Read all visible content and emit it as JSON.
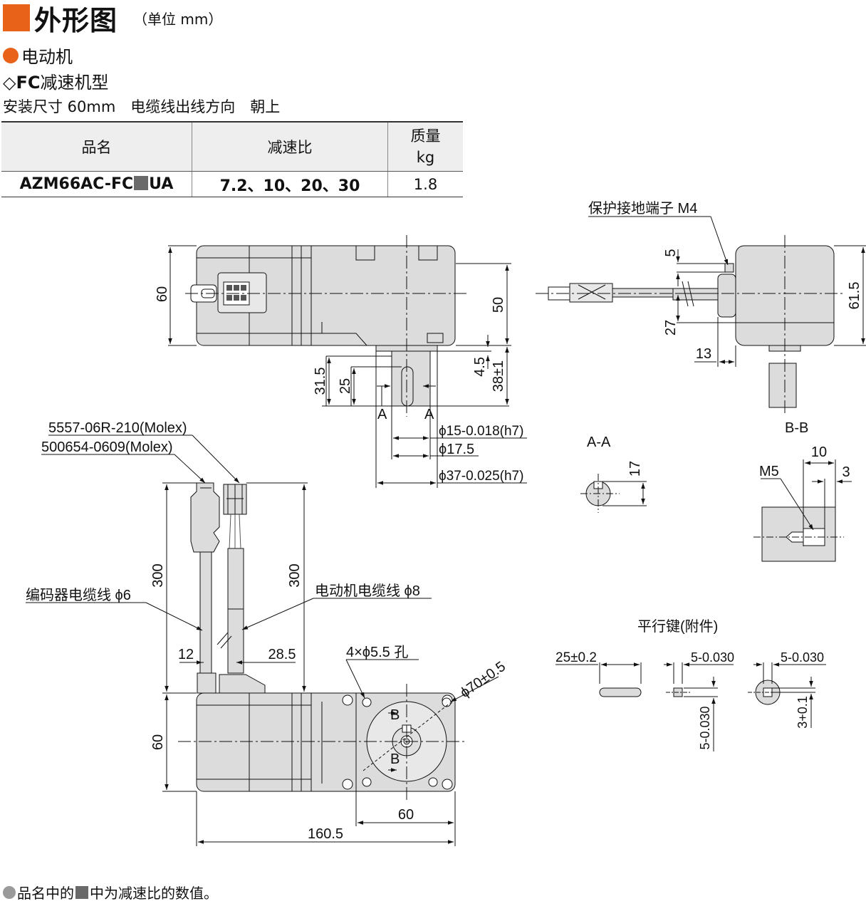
{
  "header": {
    "title": "外形图",
    "unit": "（单位 mm）"
  },
  "section": {
    "motor": "电动机",
    "type_symbol": "◇",
    "type_bold": "FC",
    "type_rest": "减速机型",
    "spec_line": "安装尺寸 60mm　电缆线出线方向　朝上"
  },
  "table": {
    "headers": [
      "品名",
      "减速比",
      "质量\nkg"
    ],
    "row": {
      "name_prefix": "AZM66AC-FC",
      "name_suffix": "UA",
      "ratio": "7.2、10、20、30",
      "mass": "1.8"
    }
  },
  "labels": {
    "ground": "保护接地端子 M4",
    "conn1": "5557-06R-210(Molex)",
    "conn2": "500654-0609(Molex)",
    "enc_cable": "编码器电缆线 ϕ6",
    "motor_cable": "电动机电缆线 ϕ8",
    "holes": "4×ϕ5.5 孔",
    "d70": "ϕ70±0.5",
    "aa": "A-A",
    "bb": "B-B",
    "key": "平行键(附件)",
    "m5": "M5",
    "sec_a": "A",
    "sec_b": "B"
  },
  "dims": {
    "d60a": "60",
    "d50": "50",
    "d61_5": "61.5",
    "d5": "5",
    "d27": "27",
    "d13": "13",
    "d31_5": "31.5",
    "d25": "25",
    "d4_5": "4.5",
    "d38": "38±1",
    "phi15": "ϕ15-0.018(h7)",
    "phi17_5": "ϕ17.5",
    "phi37": "ϕ37-0.025(h7)",
    "d17": "17",
    "d10": "10",
    "d3": "3",
    "d300a": "300",
    "d300b": "300",
    "d12": "12",
    "d28_5": "28.5",
    "d60b": "60",
    "d60c": "60",
    "d160_5": "160.5",
    "k25": "25±0.2",
    "k5a": "5-0.030",
    "k5b": "5-0.030",
    "k5c": "5-0.030",
    "k3": "3+0.1"
  },
  "footnote": {
    "before": "品名中的",
    "after": "中为减速比的数值。"
  }
}
